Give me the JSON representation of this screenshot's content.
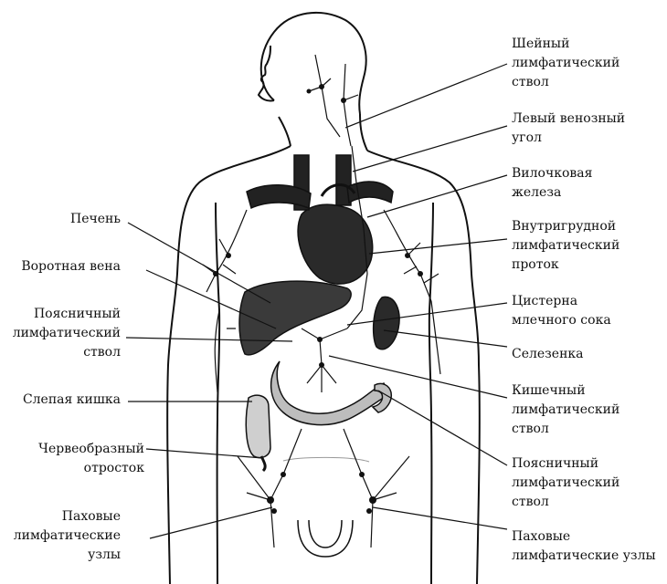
{
  "diagram": {
    "labels_right": [
      {
        "id": "cervical-trunk",
        "text": "Шейный\nлимфатический\nствол"
      },
      {
        "id": "left-venous-angle",
        "text": "Левый венозный\nугол"
      },
      {
        "id": "thymus",
        "text": "Вилочковая\nжелеза"
      },
      {
        "id": "thoracic-duct",
        "text": "Внутригрудной\nлимфатический\nпроток"
      },
      {
        "id": "cisterna-chyli",
        "text": "Цистерна\nмлечного сока"
      },
      {
        "id": "spleen",
        "text": "Селезенка"
      },
      {
        "id": "intestinal-trunk",
        "text": "Кишечный\nлимфатический\nствол"
      },
      {
        "id": "lumbar-trunk-right",
        "text": "Поясничный\nлимфатический\nствол"
      },
      {
        "id": "inguinal-nodes-right",
        "text": "Паховые\nлимфатические узлы"
      }
    ],
    "labels_left": [
      {
        "id": "liver",
        "text": "Печень"
      },
      {
        "id": "portal-vein",
        "text": "Воротная вена"
      },
      {
        "id": "lumbar-trunk-left",
        "text": "Поясничный\nлимфатический\nствол"
      },
      {
        "id": "cecum",
        "text": "Слепая кишка"
      },
      {
        "id": "appendix",
        "text": "Червеобразный\nотросток"
      },
      {
        "id": "inguinal-nodes-left",
        "text": "Паховые\nлимфатические\nузлы"
      }
    ]
  }
}
